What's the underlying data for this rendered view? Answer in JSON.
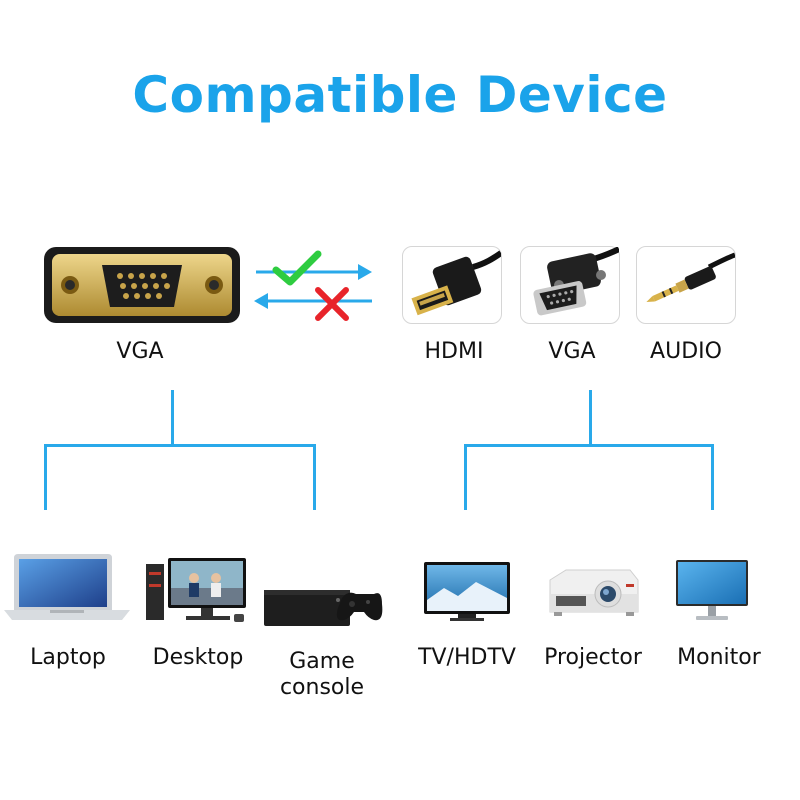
{
  "title": "Compatible Device",
  "source": {
    "label": "VGA"
  },
  "outputs": [
    {
      "label": "HDMI",
      "icon": "hdmi-connector-icon"
    },
    {
      "label": "VGA",
      "icon": "vga-connector-icon"
    },
    {
      "label": "AUDIO",
      "icon": "audio-jack-icon"
    }
  ],
  "direction": {
    "forward": "check-icon",
    "reverse": "cross-icon"
  },
  "source_devices": [
    {
      "label": "Laptop",
      "icon": "laptop-icon"
    },
    {
      "label": "Desktop",
      "icon": "desktop-icon"
    },
    {
      "label_line1": "Game",
      "label_line2": "console",
      "icon": "game-console-icon"
    }
  ],
  "display_devices": [
    {
      "label": "TV/HDTV",
      "icon": "tv-icon"
    },
    {
      "label": "Projector",
      "icon": "projector-icon"
    },
    {
      "label": "Monitor",
      "icon": "monitor-icon"
    }
  ],
  "colors": {
    "accent": "#1aa3ea",
    "line": "#29a9ea",
    "check": "#2ecc40",
    "cross": "#e8242a",
    "gold": "#d8b24a"
  }
}
